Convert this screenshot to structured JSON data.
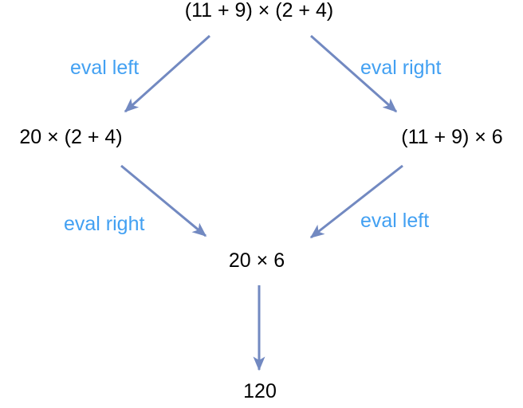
{
  "diagram": {
    "nodes": {
      "root": "(11 + 9) × (2 + 4)",
      "left": "20 × (2 + 4)",
      "right": "(11 + 9) × 6",
      "merged": "20 × 6",
      "result": "120"
    },
    "edge_labels": {
      "root_to_left": "eval left",
      "root_to_right": "eval right",
      "left_to_merged": "eval right",
      "right_to_merged": "eval left"
    },
    "colors": {
      "expression_text": "#000000",
      "edge_label": "#42a0f2",
      "arrow": "#7289c1",
      "background": "#ffffff"
    }
  }
}
